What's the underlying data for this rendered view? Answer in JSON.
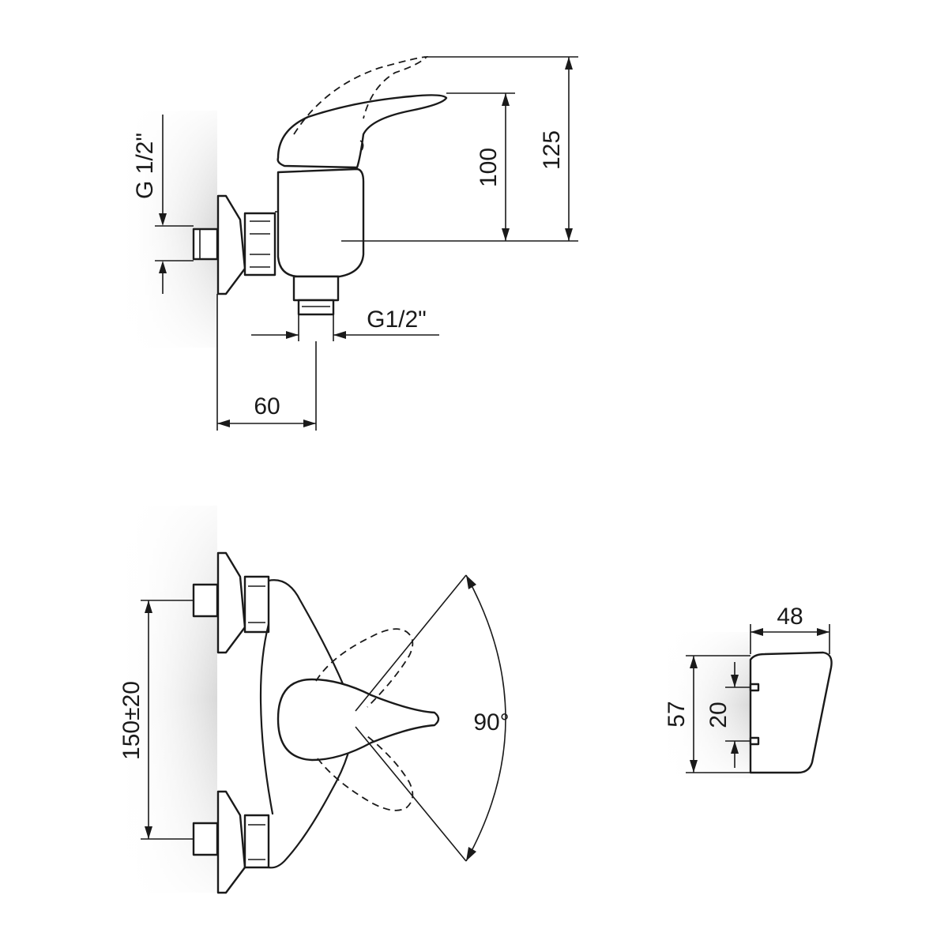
{
  "side_view": {
    "inlet_thread": "G 1/2\"",
    "outlet_thread": "G1/2\"",
    "depth": "60",
    "height_to_lever": "100",
    "height_to_lever_raised": "125"
  },
  "top_view": {
    "center_distance": "150±20",
    "lever_rotation": "90°"
  },
  "wall_plate_view": {
    "width": "48",
    "height": "57",
    "hole_spacing": "20"
  }
}
